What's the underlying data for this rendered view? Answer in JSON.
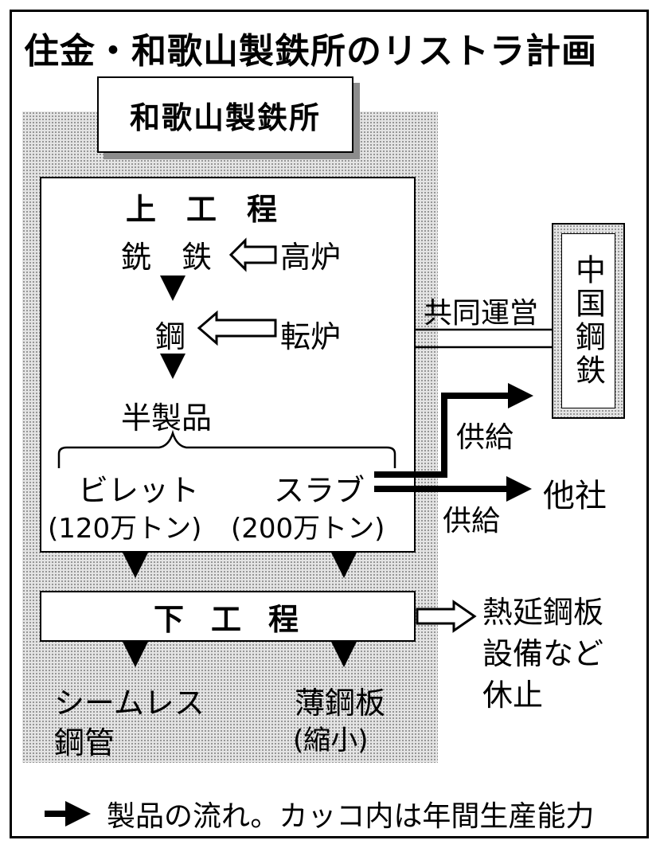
{
  "title": "住金・和歌山製鉄所のリストラ計画",
  "plant": {
    "name": "和歌山製鉄所"
  },
  "upstream": {
    "label": "上　工　程",
    "pig_iron": "銑　鉄",
    "blast_furnace": "高炉",
    "steel": "鋼",
    "converter": "転炉",
    "semi_finished": "半製品",
    "billet": {
      "name": "ビレット",
      "capacity": "(120万トン)"
    },
    "slab": {
      "name": "スラブ",
      "capacity": "(200万トン)"
    }
  },
  "downstream": {
    "label": "下工程"
  },
  "products": {
    "seamless_line1": "シームレス",
    "seamless_line2": "鋼管",
    "sheet_line1": "薄鋼板",
    "sheet_line2": "(縮小)"
  },
  "china_steel": {
    "name": "中国鋼鉄"
  },
  "joint_operation": "共同運営",
  "supply_label_1": "供給",
  "supply_label_2": "供給",
  "other_companies": "他社",
  "closure": {
    "line1": "熱延鋼板",
    "line2": "設備など",
    "line3": "休止"
  },
  "legend": {
    "text": "製品の流れ。カッコ内は年間生産能力"
  }
}
